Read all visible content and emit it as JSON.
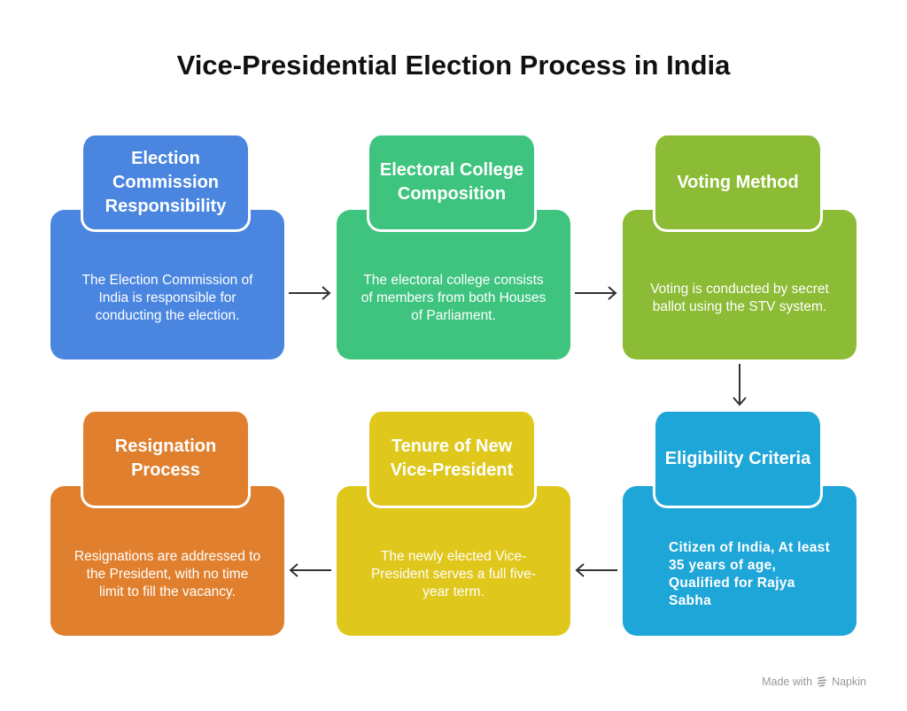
{
  "title": "Vice-Presidential Election Process in India",
  "steps": [
    {
      "heading": "Election Commission Responsibility",
      "text": "The Election Commission of India is responsible for conducting the election.",
      "color": "#4a86e0"
    },
    {
      "heading": "Electoral College Composition",
      "text": "The electoral college consists of members from both Houses of Parliament.",
      "color": "#3ec47e"
    },
    {
      "heading": "Voting Method",
      "text": "Voting is conducted by secret ballot using the STV system.",
      "color": "#8cbb35"
    },
    {
      "heading": "Eligibility Criteria",
      "text": "Citizen of India, At least 35 years of age, Qualified for Rajya Sabha",
      "color": "#1fa6d8"
    },
    {
      "heading": "Tenure of New Vice-President",
      "text": "The newly elected Vice-President serves a full five-year term.",
      "color": "#dfc71c"
    },
    {
      "heading": "Resignation Process",
      "text": "Resignations are addressed to the President, with no time limit to fill the vacancy.",
      "color": "#e0802e"
    }
  ],
  "footer": {
    "made_with": "Made with",
    "brand": "Napkin"
  }
}
